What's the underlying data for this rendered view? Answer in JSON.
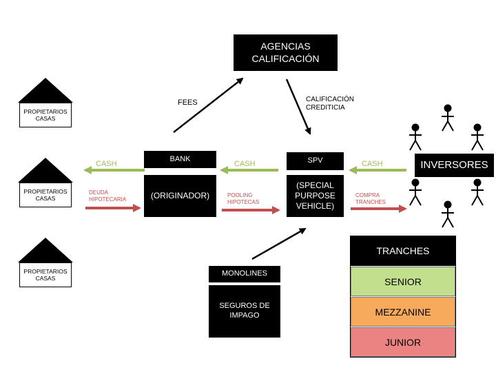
{
  "agencias": "AGENCIAS\nCALIFICACIÓN",
  "fees": "FEES",
  "calificacion": "CALIFICACIÓN\nCREDITICIA",
  "bank": {
    "title": "BANK",
    "body": "(ORIGINADOR)"
  },
  "spv": {
    "title": "SPV",
    "body": "(SPECIAL\nPURPOSE\nVEHICLE)"
  },
  "inversores": "INVERSORES",
  "houses": [
    {
      "label": "PROPIETARIOS\nCASAS"
    },
    {
      "label": "PROPIETARIOS\nCASAS"
    },
    {
      "label": "PROPIETARIOS\nCASAS"
    }
  ],
  "flows": {
    "cash_left": "CASH",
    "cash_mid": "CASH",
    "cash_right": "CASH",
    "deuda": "DEUDA\nHIPOTECARIA",
    "pooling": "POOLING\nHIPOTECAS",
    "compra": "COMPRA\nTRANCHES"
  },
  "monolines": {
    "title": "MONOLINES",
    "body": "SEGUROS DE\nIMPAGO"
  },
  "tranches": {
    "title": "TRANCHES",
    "items": [
      {
        "label": "SENIOR",
        "color": "#c2df8e"
      },
      {
        "label": "MEZZANINE",
        "color": "#f7a95c"
      },
      {
        "label": "JUNIOR",
        "color": "#ec8383"
      }
    ]
  },
  "colors": {
    "cash_arrow": "#9bbb59",
    "debt_arrow": "#c0504d",
    "black": "#000000"
  }
}
